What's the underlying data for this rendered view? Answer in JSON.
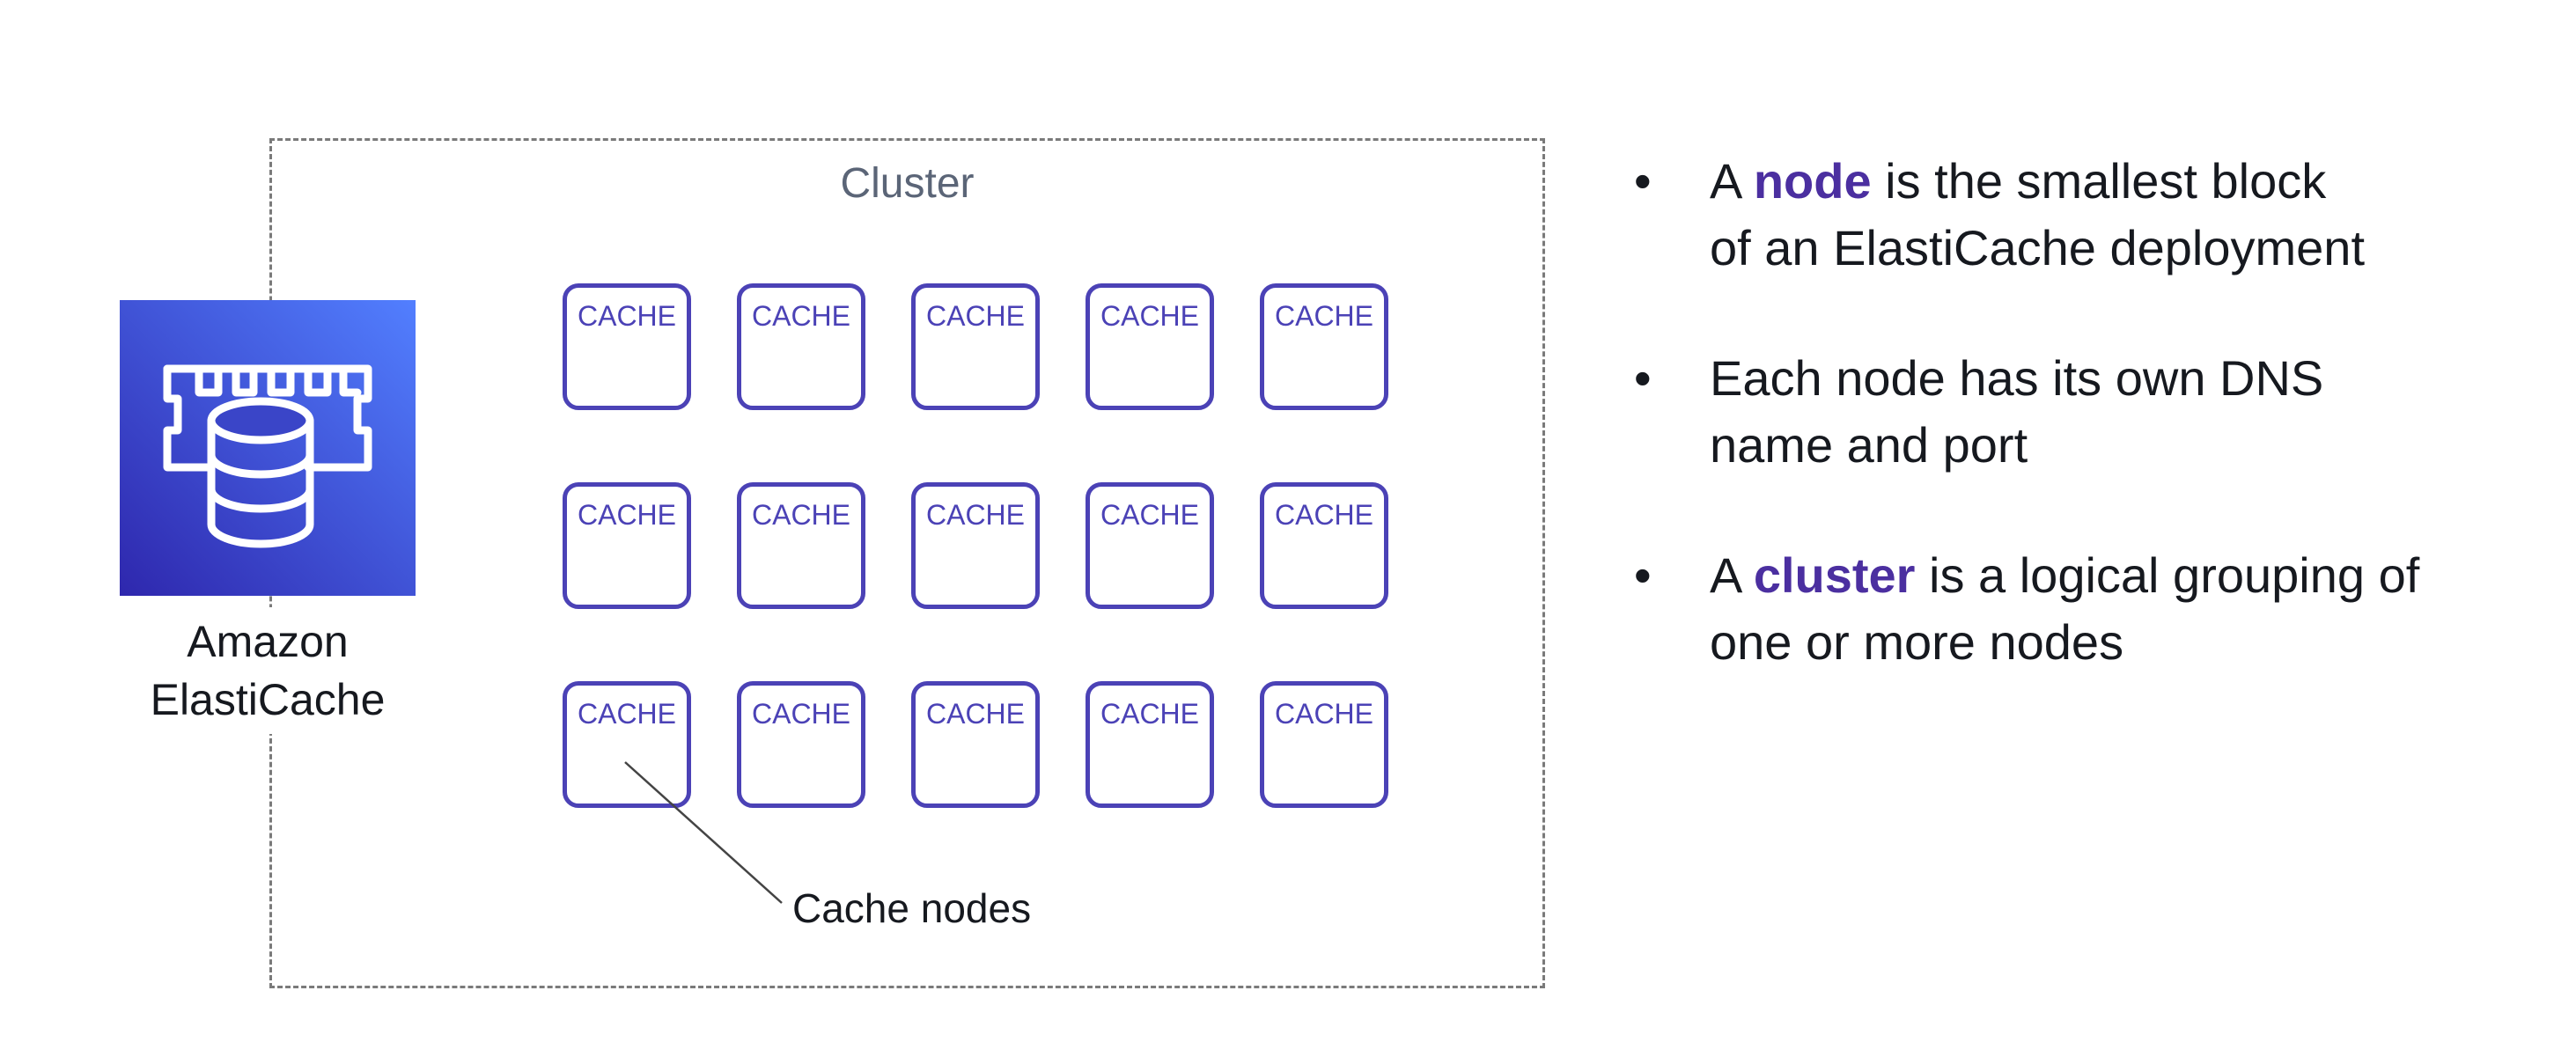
{
  "diagram": {
    "cluster_title": "Cluster",
    "service": {
      "icon": "elasticache-icon",
      "label_line1": "Amazon",
      "label_line2": "ElastiCache",
      "icon_gradient": [
        "#2e27ad",
        "#527fff"
      ]
    },
    "node_label": "CACHE",
    "node_rows": 3,
    "node_cols": 5,
    "node_color": "#4b42b6",
    "callout_label": "Cache nodes"
  },
  "bullets": [
    {
      "pre": "A ",
      "highlight": "node",
      "post": " is the smallest block",
      "line2": "of an ElastiCache deployment"
    },
    {
      "line1": "Each node has its own DNS",
      "line2": "name and port"
    },
    {
      "pre": "A ",
      "highlight": "cluster",
      "post": " is a logical grouping of",
      "line2": "one or more nodes"
    }
  ],
  "highlight_color": "#4b2fa0",
  "bullet_symbol": "•"
}
